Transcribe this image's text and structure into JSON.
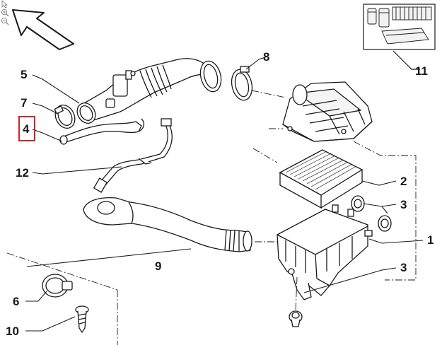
{
  "callouts": {
    "c1": "1",
    "c2": "2",
    "c3a": "3",
    "c3b": "3",
    "c4": "4",
    "c5": "5",
    "c6": "6",
    "c7": "7",
    "c8": "8",
    "c9": "9",
    "c10": "10",
    "c11": "11",
    "c12": "12"
  },
  "highlighted_callout": "4",
  "icons": [
    "select-icon",
    "zoom-in-icon",
    "zoom-out-icon",
    "orientation-arrow-icon"
  ],
  "colors": {
    "highlight": "#c62828",
    "line": "#1a1a1a",
    "background": "#ffffff"
  }
}
